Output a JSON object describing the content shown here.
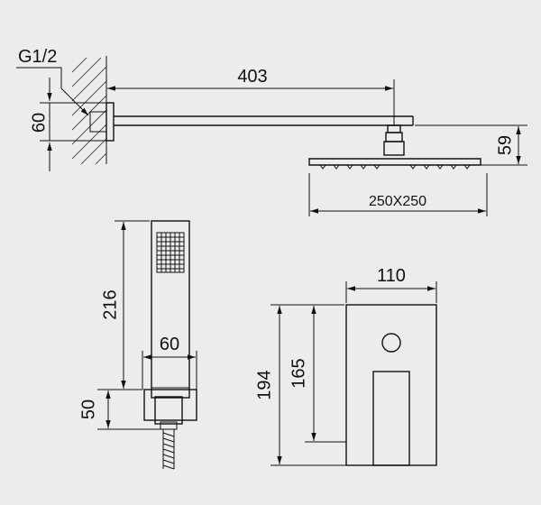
{
  "diagram": {
    "thread_label": "G1/2",
    "arm_length": "403",
    "wall_flange_height": "60",
    "head_height": "59",
    "head_size": "250X250",
    "hand_shower_length": "216",
    "hand_shower_width": "60",
    "holder_height": "50",
    "valve_width": "110",
    "valve_height_total": "194",
    "valve_height_inner": "165"
  }
}
